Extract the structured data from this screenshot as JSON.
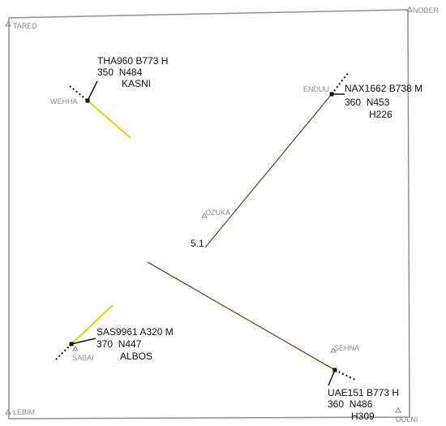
{
  "colors": {
    "boundary": "#909090",
    "waypoint": "#8a8a8a",
    "text": "#111111",
    "route": "#6b4a3a",
    "conflict": "#e6d200",
    "target": "#111111"
  },
  "waypoints": {
    "tared": "TARED",
    "nober": "NOBER",
    "wehha": "WEHHA",
    "enduu": "ENDUU",
    "ozuka": "OZUKA",
    "sabai": "SABAI",
    "sehna": "SEHNA",
    "lebim": "LEBIM",
    "dolni": "DOLNI"
  },
  "aircraft": {
    "tha960": {
      "callsign_type": "THA960 B773 H",
      "alt_speed": "350  N484",
      "next": "KASNI"
    },
    "nax1662": {
      "callsign_type": "NAX1662 B738 M",
      "alt_speed": "360  N453",
      "heading": "H226"
    },
    "sas9961": {
      "callsign_type": "SAS9961 A320 M",
      "alt_speed": "370  N447",
      "next": "ALBOS"
    },
    "uae151": {
      "callsign_type": "UAE151 B773 H",
      "alt_speed": "360  N486",
      "heading": "H309"
    }
  },
  "separation_label": "5.1"
}
